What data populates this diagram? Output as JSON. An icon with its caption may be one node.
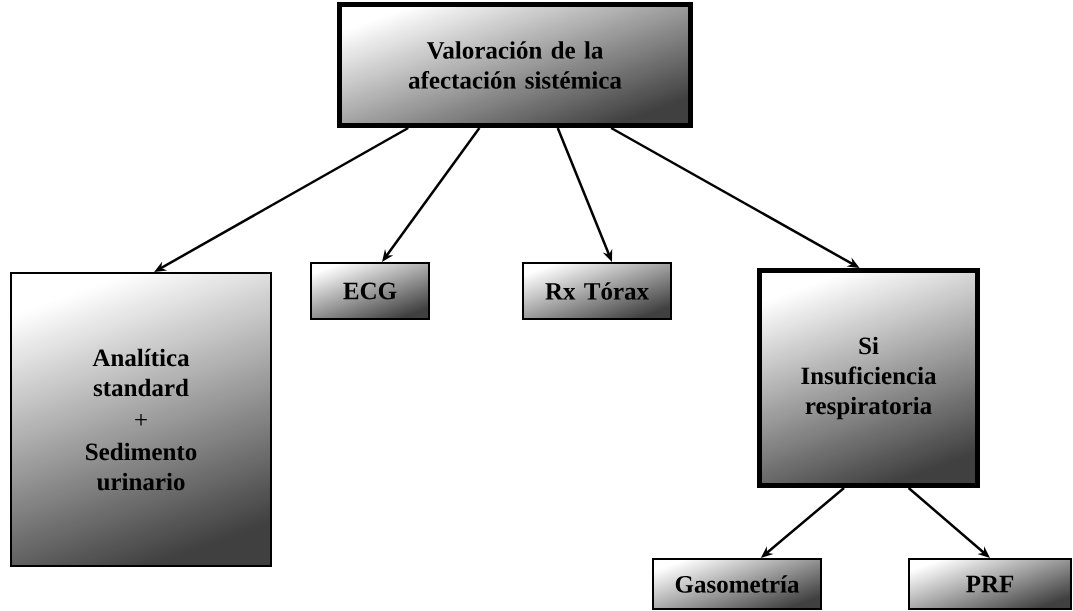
{
  "diagram": {
    "nodes": [
      {
        "text": [
          "Valoración de la afectación sistémica"
        ]
      },
      {
        "text": [
          "Analítica standard",
          "+",
          "Sedimento urinario"
        ]
      },
      {
        "text": [
          "ECG"
        ]
      },
      {
        "text": [
          "Rx Tórax"
        ]
      },
      {
        "text": [
          "Si Insuficiencia respiratoria"
        ]
      },
      {
        "text": [
          "Gasometría"
        ]
      },
      {
        "text": [
          "PRF"
        ]
      }
    ],
    "edges": [
      {
        "from": 0,
        "to": 1,
        "arrow": "to"
      },
      {
        "from": 0,
        "to": 2,
        "arrow": "to"
      },
      {
        "from": 0,
        "to": 3,
        "arrow": "to"
      },
      {
        "from": 0,
        "to": 4,
        "arrow": "to"
      },
      {
        "from": 4,
        "to": 5,
        "arrow": "to"
      },
      {
        "from": 4,
        "to": 6,
        "arrow": "to"
      }
    ]
  }
}
